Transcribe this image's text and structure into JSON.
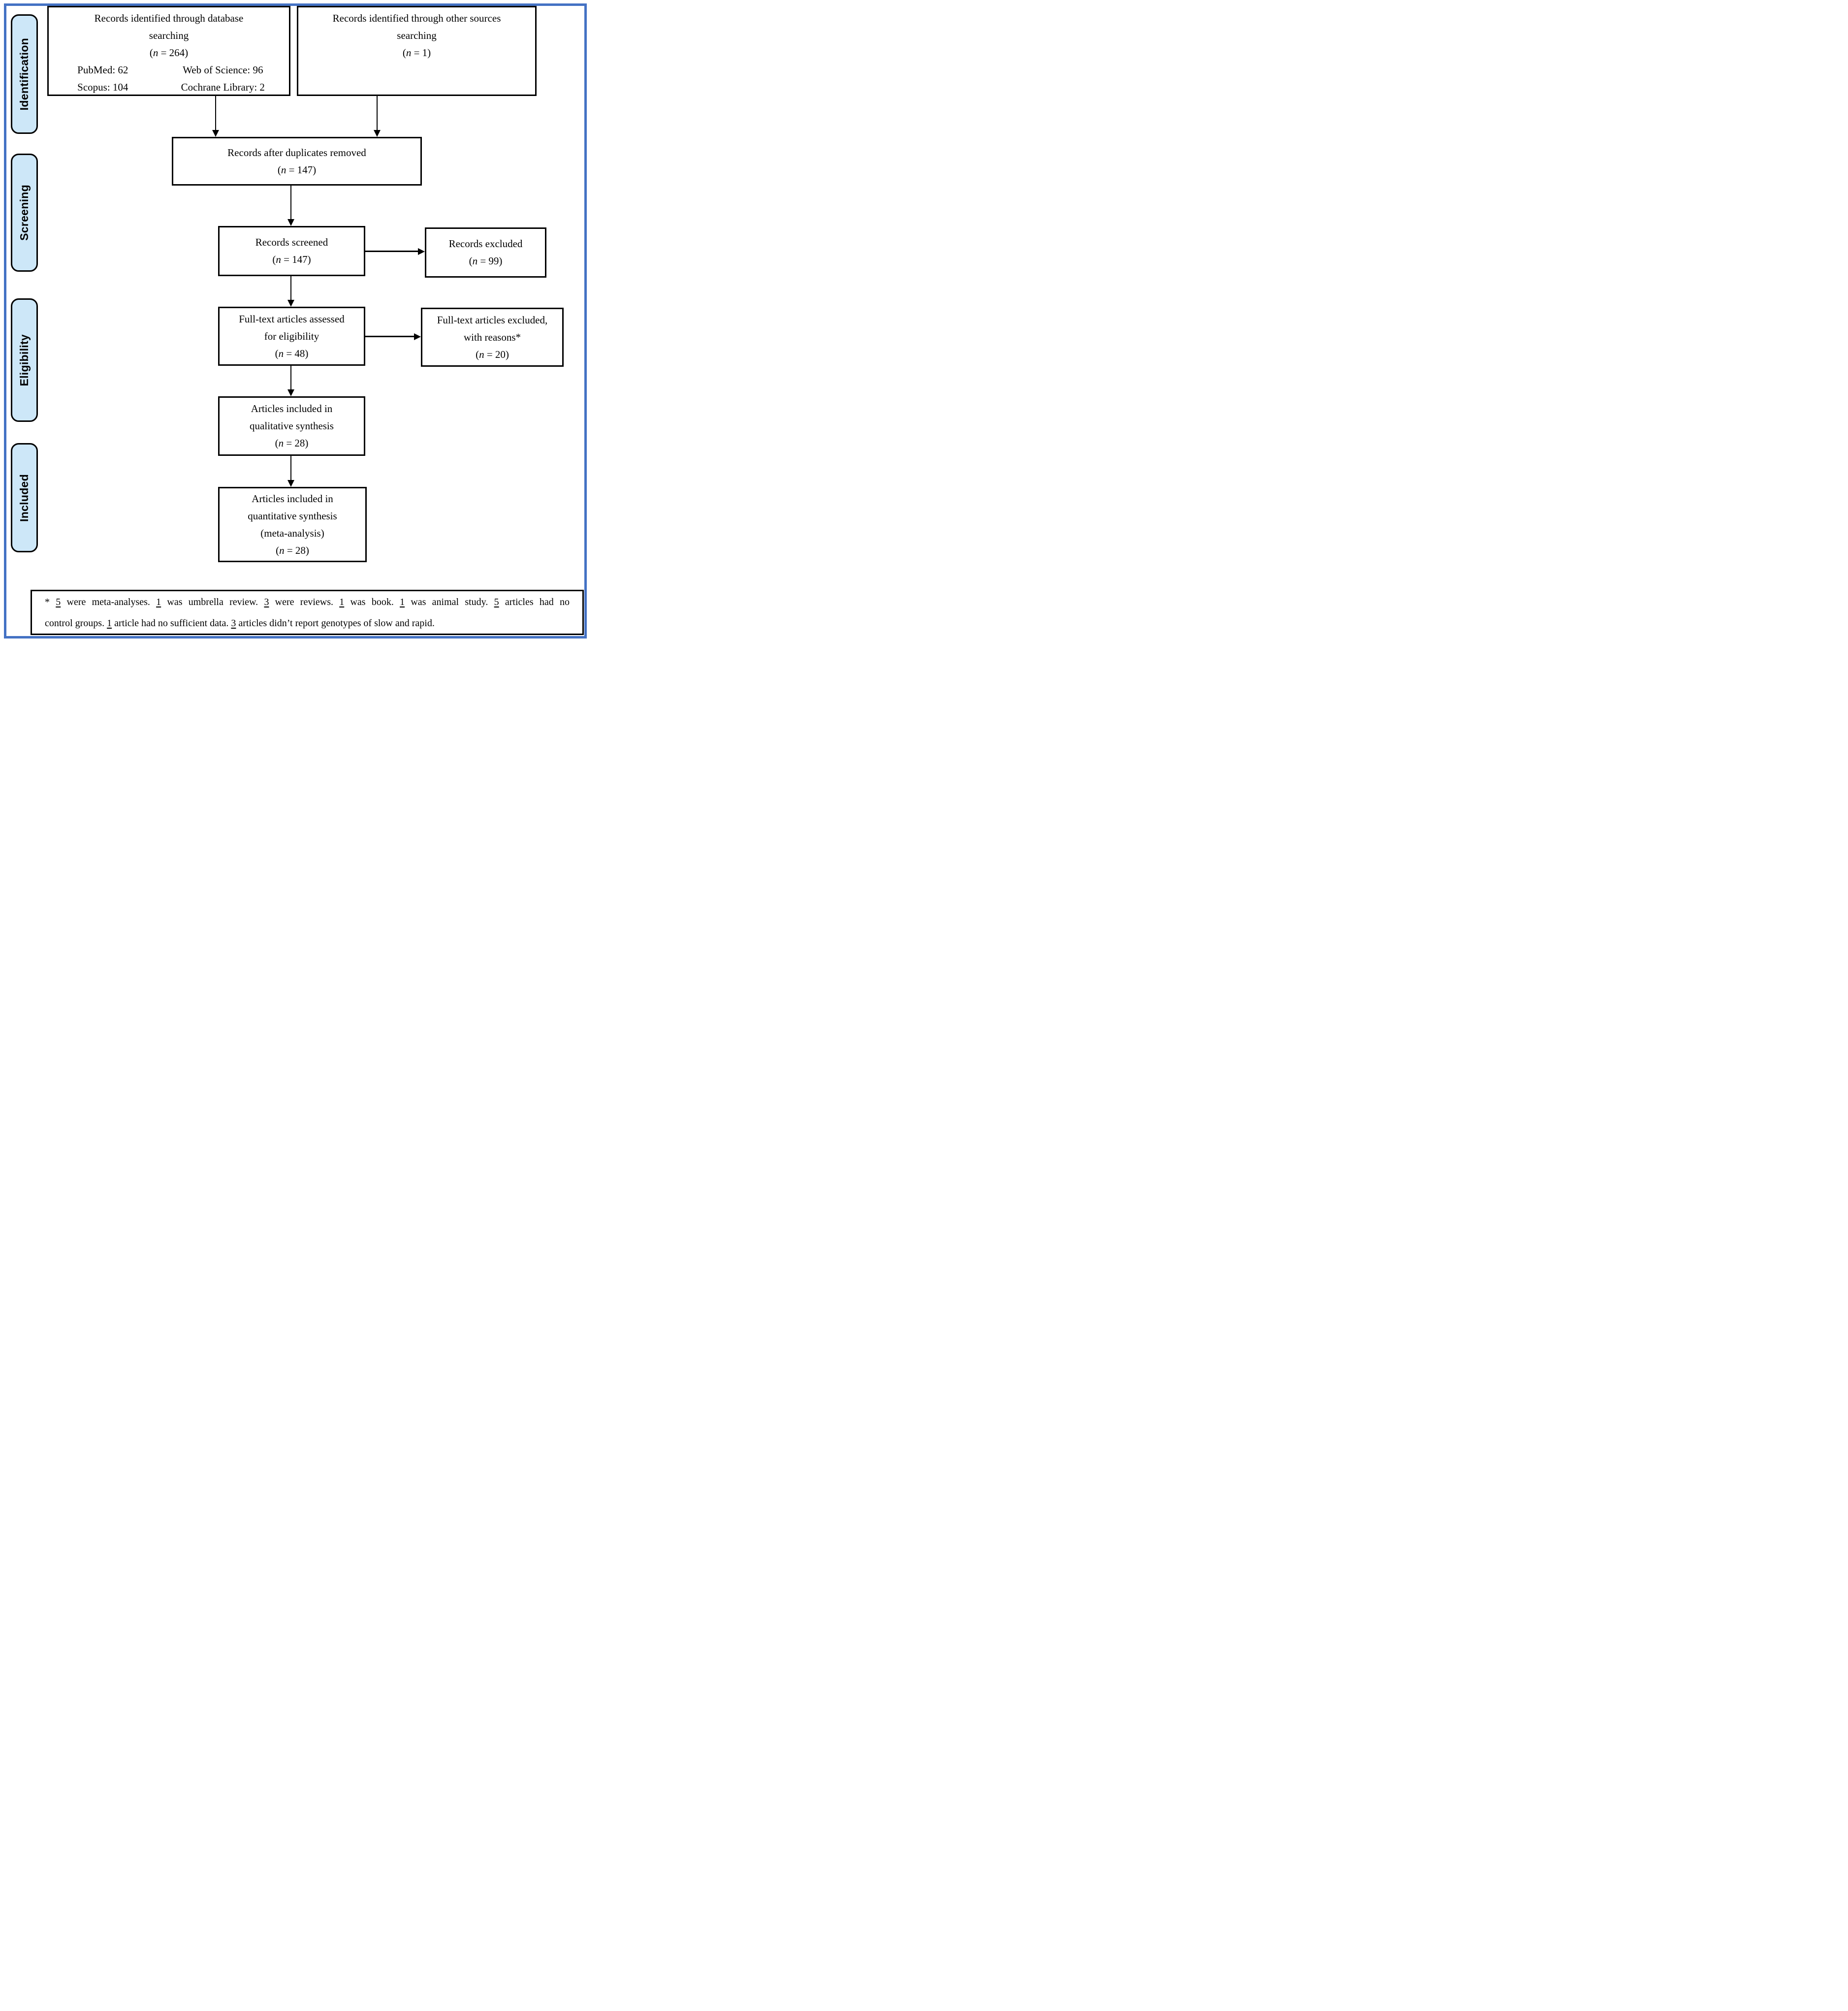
{
  "frame": {
    "border_color": "#4472C4"
  },
  "sidebar": {
    "fill_color": "#CDE7F8",
    "stages": [
      {
        "label": "Identification"
      },
      {
        "label": "Screening"
      },
      {
        "label": "Eligibility"
      },
      {
        "label": "Included"
      }
    ]
  },
  "boxes": {
    "identified_db": {
      "line1": "Records identified through database",
      "line2": "searching",
      "n_open": "(",
      "n_var": "n",
      "n_rest": " = 264)",
      "sources": [
        {
          "name": "PubMed: 62"
        },
        {
          "name": "Web of Science: 96"
        },
        {
          "name": "Scopus: 104"
        },
        {
          "name": "Cochrane Library: 2"
        }
      ]
    },
    "identified_other": {
      "line1": "Records identified through other sources",
      "line2": "searching",
      "n_open": "(",
      "n_var": "n",
      "n_rest": " = 1)"
    },
    "dedup": {
      "line1": "Records after duplicates removed",
      "n_open": "(",
      "n_var": "n",
      "n_rest": " = 147)"
    },
    "screened": {
      "line1": "Records screened",
      "n_open": "(",
      "n_var": "n",
      "n_rest": " = 147)"
    },
    "excluded": {
      "line1": "Records excluded",
      "n_open": "(",
      "n_var": "n",
      "n_rest": " = 99)"
    },
    "fulltext": {
      "line1": "Full-text articles assessed",
      "line2": "for eligibility",
      "n_open": "(",
      "n_var": "n",
      "n_rest": " = 48)"
    },
    "ft_excluded": {
      "line1": "Full-text articles excluded,",
      "line2": "with reasons*",
      "n_open": "(",
      "n_var": "n",
      "n_rest": " = 20)"
    },
    "qualitative": {
      "line1": "Articles included in",
      "line2": "qualitative synthesis",
      "n_open": "(",
      "n_var": "n",
      "n_rest": " = 28)"
    },
    "quantitative": {
      "line1": "Articles included in",
      "line2": "quantitative synthesis",
      "line3": "(meta-analysis)",
      "n_open": "(",
      "n_var": "n",
      "n_rest": " = 28)"
    }
  },
  "footnote": {
    "lines": [
      [
        {
          "t": "* "
        },
        {
          "t": "5",
          "u": true
        },
        {
          "t": " were meta-analyses. "
        },
        {
          "t": "1",
          "u": true
        },
        {
          "t": " was umbrella review. "
        },
        {
          "t": "3",
          "u": true
        },
        {
          "t": " were reviews. "
        },
        {
          "t": "1",
          "u": true
        },
        {
          "t": " was book. "
        },
        {
          "t": "1",
          "u": true
        },
        {
          "t": " was animal study. "
        },
        {
          "t": "5",
          "u": true
        },
        {
          "t": " articles had no"
        }
      ],
      [
        {
          "t": "control groups. "
        },
        {
          "t": "1",
          "u": true
        },
        {
          "t": " article had no sufficient data. "
        },
        {
          "t": "3",
          "u": true
        },
        {
          "t": " articles didn’t report genotypes of slow and rapid."
        }
      ]
    ]
  }
}
